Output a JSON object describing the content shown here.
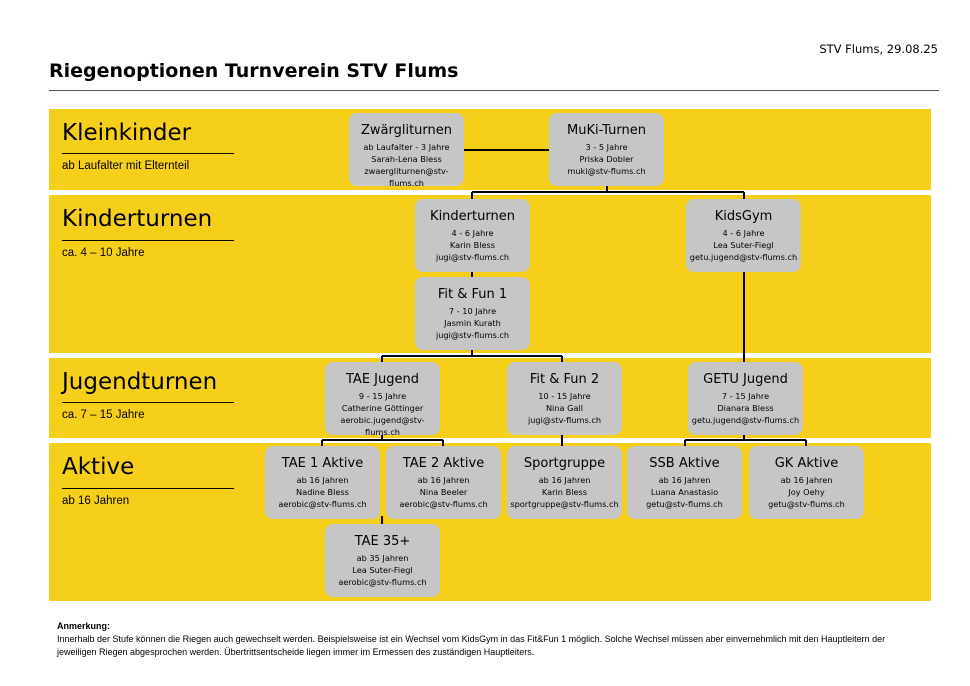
{
  "header": {
    "date": "STV Flums, 29.08.25",
    "title": "Riegenoptionen Turnverein STV Flums"
  },
  "levels": [
    {
      "title": "Kleinkinder",
      "age": "ab Laufalter mit Elternteil"
    },
    {
      "title": "Kinderturnen",
      "age": "ca. 4 – 10 Jahre"
    },
    {
      "title": "Jugendturnen",
      "age": "ca. 7 – 15 Jahre"
    },
    {
      "title": "Aktive",
      "age": "ab 16 Jahren"
    }
  ],
  "groups": {
    "zwerg": {
      "name": "Zwärgliturnen",
      "age": "ab Laufalter - 3 Jahre",
      "leader": "Sarah-Lena Bless",
      "email": "zwaergliturnen@stv-flums.ch"
    },
    "muki": {
      "name": "MuKi-Turnen",
      "age": "3 - 5 Jahre",
      "leader": "Priska Dobler",
      "email": "muki@stv-flums.ch"
    },
    "kitu": {
      "name": "Kinderturnen",
      "age": "4 - 6 Jahre",
      "leader": "Karin Bless",
      "email": "jugi@stv-flums.ch"
    },
    "kidsgym": {
      "name": "KidsGym",
      "age": "4 - 6 Jahre",
      "leader": "Lea Suter-Fiegl",
      "email": "getu.jugend@stv-flums.ch"
    },
    "fitfun1": {
      "name": "Fit & Fun 1",
      "age": "7 - 10 Jahre",
      "leader": "Jasmin Kurath",
      "email": "jugi@stv-flums.ch"
    },
    "taejugend": {
      "name": "TAE Jugend",
      "age": "9 - 15 Jahre",
      "leader": "Catherine Göttinger",
      "email": "aerobic.jugend@stv-flums.ch"
    },
    "fitfun2": {
      "name": "Fit & Fun 2",
      "age": "10 - 15 Jahre",
      "leader": "Nina Gall",
      "email": "jugi@stv-flums.ch"
    },
    "getujugend": {
      "name": "GETU Jugend",
      "age": "7 - 15 Jahre",
      "leader": "Dianara Bless",
      "email": "getu.jugend@stv-flums.ch"
    },
    "tae1": {
      "name": "TAE 1 Aktive",
      "age": "ab 16 Jahren",
      "leader": "Nadine Bless",
      "email": "aerobic@stv-flums.ch"
    },
    "tae2": {
      "name": "TAE 2 Aktive",
      "age": "ab 16 Jahren",
      "leader": "Nina Beeler",
      "email": "aerobic@stv-flums.ch"
    },
    "sport": {
      "name": "Sportgruppe",
      "age": "ab 16 Jahren",
      "leader": "Karin Bless",
      "email": "sportgruppe@stv-flums.ch"
    },
    "ssb": {
      "name": "SSB Aktive",
      "age": "ab 16 Jahren",
      "leader": "Luana Anastasio",
      "email": "getu@stv-flums.ch"
    },
    "gk": {
      "name": "GK Aktive",
      "age": "ab 16 Jahren",
      "leader": "Joy Oehy",
      "email": "getu@stv-flums.ch"
    },
    "tae35": {
      "name": "TAE 35+",
      "age": "ab 35 Jahren",
      "leader": "Lea Suter-Fiegl",
      "email": "aerobic@stv-flums.ch"
    }
  },
  "note": {
    "heading": "Anmerkung:",
    "text": "Innerhalb der Stufe können die Riegen auch gewechselt werden. Beispielsweise ist ein Wechsel vom KidsGym in das Fit&Fun 1 möglich. Solche Wechsel müssen aber einvernehmlich mit den Hauptleitern der jeweiligen Riegen abgesprochen werden. Übertrittsentscheide liegen immer im Ermessen des zuständigen Hauptleiters."
  },
  "colors": {
    "band": "#f6cf1a",
    "box": "#c6c6c6",
    "line": "#000000"
  }
}
